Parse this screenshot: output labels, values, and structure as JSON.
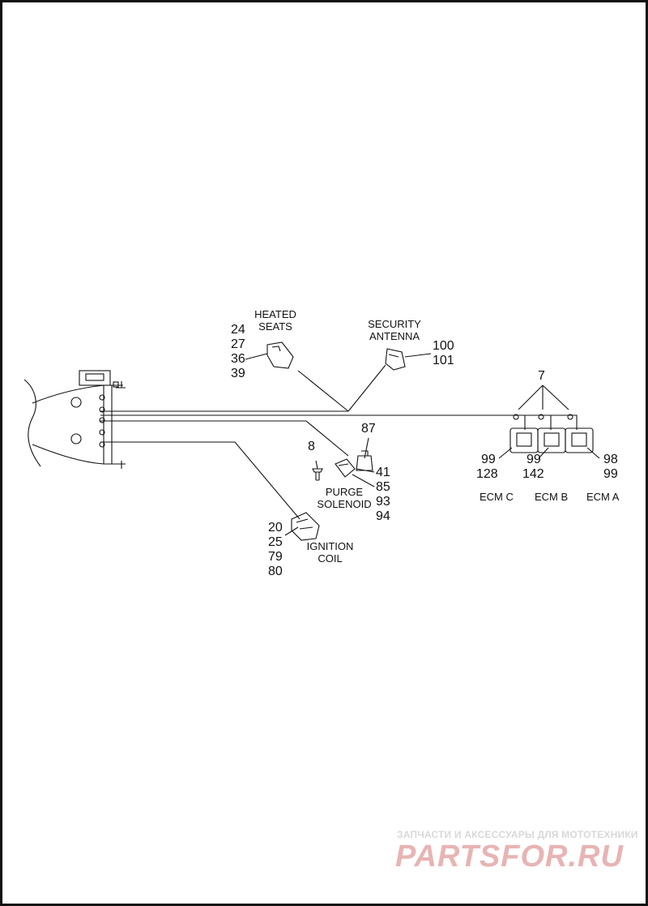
{
  "labels": {
    "heated_seats": {
      "title": "HEATED\nSEATS",
      "numbers": [
        "24",
        "27",
        "36",
        "39"
      ]
    },
    "security_antenna": {
      "title": "SECURITY\nANTENNA",
      "numbers": [
        "100",
        "101"
      ]
    },
    "ecm_group": {
      "number": "7"
    },
    "ecm_c": {
      "title": "ECM C",
      "numbers": [
        "99",
        "128"
      ]
    },
    "ecm_b": {
      "title": "ECM B",
      "numbers": [
        "99",
        "142"
      ]
    },
    "ecm_a": {
      "title": "ECM A",
      "numbers": [
        "98",
        "99"
      ]
    },
    "purge_solenoid": {
      "title": "PURGE\nSOLENOID",
      "numbers": [
        "41",
        "85",
        "93",
        "94"
      ]
    },
    "bracket": {
      "number": "87"
    },
    "fastener": {
      "number": "8"
    },
    "ignition_coil": {
      "title": "IGNITION\nCOIL",
      "numbers": [
        "20",
        "25",
        "79",
        "80"
      ]
    }
  },
  "watermark": {
    "tagline": "ЗАПЧАСТИ И АКСЕССУАРЫ ДЛЯ МОТОТЕХНИКИ",
    "logo_text": "PARTSFOR.RU",
    "logo_color": "#e8b4b4"
  },
  "colors": {
    "line": "#111111",
    "background": "#ffffff"
  }
}
